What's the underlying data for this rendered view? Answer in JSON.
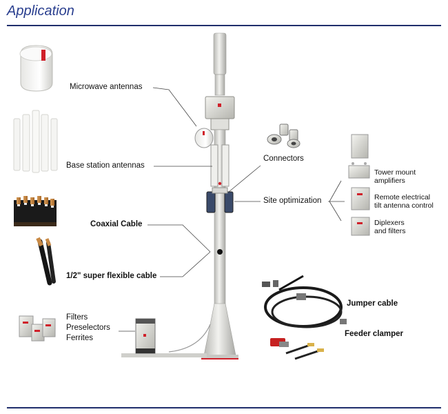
{
  "header": {
    "title": "Application"
  },
  "labels": {
    "microwave": "Microwave antennas",
    "base_station": "Base station antennas",
    "coaxial": "Coaxial Cable",
    "flexible": "1/2\" super flexible cable",
    "filters": "Filters",
    "preselectors": "Preselectors",
    "ferrites": "Ferrites",
    "connectors": "Connectors",
    "site_optimization": "Site optimization",
    "tma_1": "Tower mount",
    "tma_2": "amplifiers",
    "ret_1": "Remote electrical",
    "ret_2": "tilt antenna control",
    "dip_1": "Diplexers",
    "dip_2": "and filters",
    "jumper": "Jumper cable",
    "clamper": "Feeder clamper"
  },
  "colors": {
    "accent": "#2a3f8f",
    "rule": "#1f2d6b",
    "pole": "#d9d9d6",
    "brand_red": "#d0202a"
  }
}
